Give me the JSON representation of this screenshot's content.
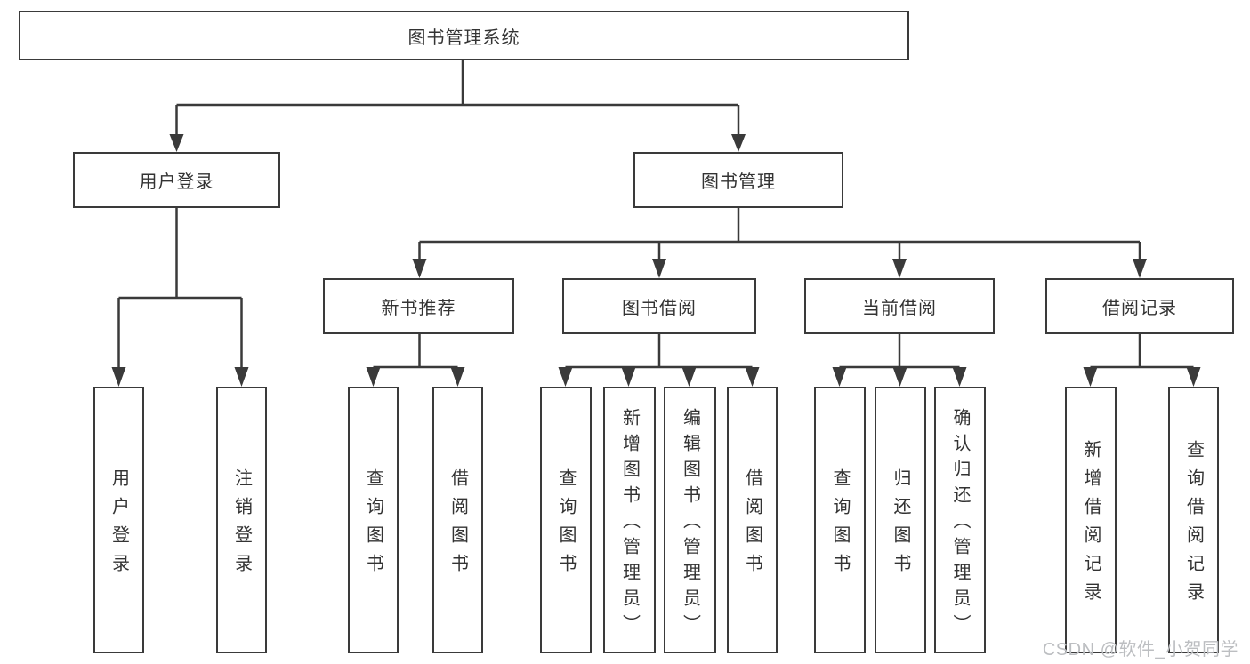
{
  "tree": {
    "root": {
      "label": "图书管理系统"
    },
    "branches": [
      {
        "label": "用户登录",
        "children": [
          {
            "label": "用户登录"
          },
          {
            "label": "注销登录"
          }
        ]
      },
      {
        "label": "图书管理",
        "groups": [
          {
            "label": "新书推荐",
            "children": [
              {
                "label": "查询图书"
              },
              {
                "label": "借阅图书"
              }
            ]
          },
          {
            "label": "图书借阅",
            "children": [
              {
                "label": "查询图书"
              },
              {
                "label": "新增图书（管理员）"
              },
              {
                "label": "编辑图书（管理员）"
              },
              {
                "label": "借阅图书"
              }
            ]
          },
          {
            "label": "当前借阅",
            "children": [
              {
                "label": "查询图书"
              },
              {
                "label": "归还图书"
              },
              {
                "label": "确认归还（管理员）"
              }
            ]
          },
          {
            "label": "借阅记录",
            "children": [
              {
                "label": "新增借阅记录"
              },
              {
                "label": "查询借阅记录"
              }
            ]
          }
        ]
      }
    ]
  },
  "watermark": {
    "text": "CSDN @软件_小贺同学"
  },
  "colors": {
    "line": "#3a3a3a",
    "text": "#333333",
    "watermark": "#bcbec1",
    "background": "#ffffff"
  }
}
